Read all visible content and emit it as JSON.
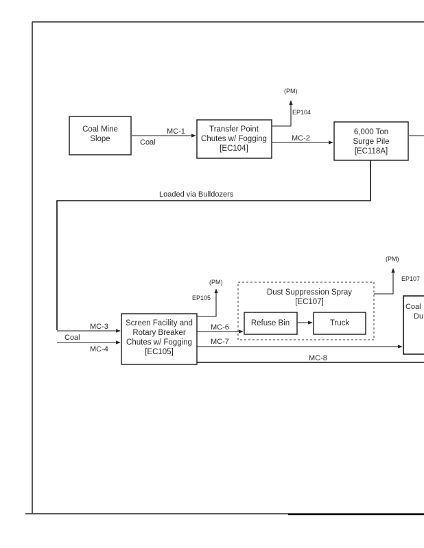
{
  "diagram": {
    "title": "Coal Handling Process Flow Diagram",
    "nodes": {
      "coal_mine_slope": {
        "lines": [
          "Coal Mine",
          "Slope"
        ]
      },
      "transfer_point": {
        "lines": [
          "Transfer Point",
          "Chutes w/ Fogging",
          "[EC104]"
        ]
      },
      "surge_pile": {
        "lines": [
          "6,000 Ton",
          "Surge Pile",
          "[EC118A]"
        ]
      },
      "screen_facility": {
        "lines": [
          "Screen Facility and",
          "Rotary Breaker",
          "Chutes w/ Fogging",
          "[EC105]"
        ]
      },
      "dust_suppression": {
        "lines": [
          "Dust Suppression Spray",
          "[EC107]"
        ]
      },
      "refuse_bin": {
        "lines": [
          "Refuse Bin"
        ]
      },
      "truck": {
        "lines": [
          "Truck"
        ]
      },
      "coal_partial": {
        "lines": [
          "Coal",
          "Du"
        ]
      }
    },
    "flows": {
      "coal_source_label": "Coal",
      "mc1": "MC-1",
      "mc2": "MC-2",
      "loaded_via": "Loaded via Bulldozers",
      "coal_input_label": "Coal",
      "mc3": "MC-3",
      "mc4": "MC-4",
      "mc6": "MC-6",
      "mc7": "MC-7",
      "mc8": "MC-8"
    },
    "emissions": {
      "ep104": {
        "point": "EP104",
        "pollutant": "(PM)"
      },
      "ep105": {
        "point": "EP105",
        "pollutant": "(PM)"
      },
      "ep107": {
        "point": "EP107",
        "pollutant": "(PM)"
      }
    }
  }
}
